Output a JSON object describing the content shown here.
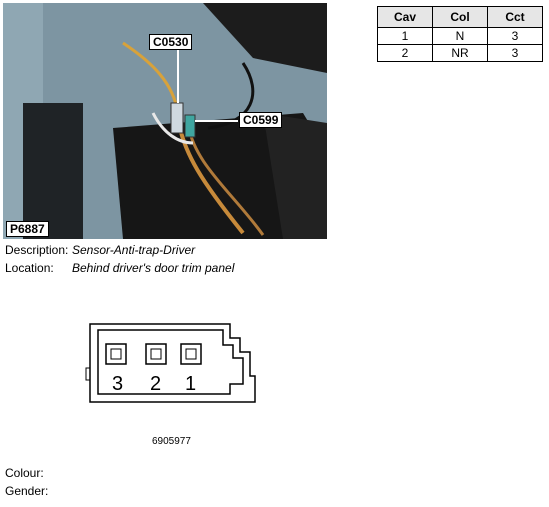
{
  "photo": {
    "callouts": [
      "C0530",
      "C0599"
    ],
    "id": "P6887"
  },
  "pin_table": {
    "headers": [
      "Cav",
      "Col",
      "Cct"
    ],
    "rows": [
      [
        "1",
        "N",
        "3"
      ],
      [
        "2",
        "NR",
        "3"
      ]
    ]
  },
  "info": {
    "description_label": "Description:",
    "description_value": "Sensor-Anti-trap-Driver",
    "location_label": "Location:",
    "location_value": "Behind driver's door trim panel"
  },
  "connector": {
    "pin_labels": [
      "3",
      "2",
      "1"
    ],
    "part_number": "6905977"
  },
  "footer": {
    "colour_label": "Colour:",
    "gender_label": "Gender:"
  }
}
